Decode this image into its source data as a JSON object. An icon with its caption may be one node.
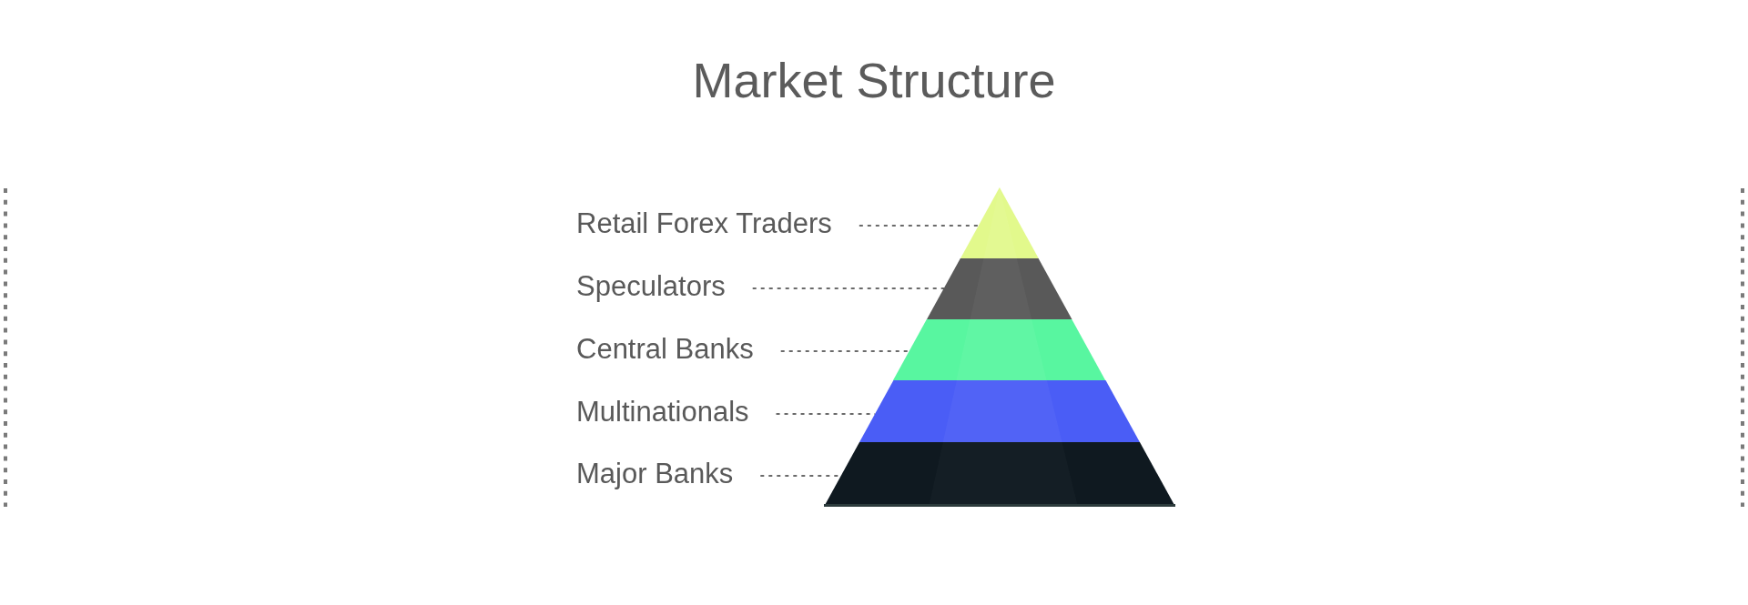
{
  "diagram": {
    "title": "Market Structure",
    "nodes": [
      {
        "text": [
          "Retail Forex Traders"
        ]
      },
      {
        "text": [],
        "shape": "triangle"
      },
      {
        "text": [
          "Speculators"
        ]
      },
      {
        "text": [],
        "shape": "trapezoid"
      },
      {
        "text": [
          "Central Banks"
        ]
      },
      {
        "text": [],
        "shape": "trapezoid"
      },
      {
        "text": [
          "Multinationals"
        ]
      },
      {
        "text": [],
        "shape": "trapezoid"
      },
      {
        "text": [
          "Major Banks"
        ]
      },
      {
        "text": [],
        "shape": "trapezoid"
      }
    ],
    "edges": [
      {
        "from": 0,
        "to": 1,
        "arrow": "none",
        "style": "dashed"
      },
      {
        "from": 2,
        "to": 3,
        "arrow": "none",
        "style": "dashed"
      },
      {
        "from": 4,
        "to": 5,
        "arrow": "none",
        "style": "dashed"
      },
      {
        "from": 6,
        "to": 7,
        "arrow": "none",
        "style": "dashed"
      },
      {
        "from": 8,
        "to": 9,
        "arrow": "none",
        "style": "dashed"
      }
    ]
  }
}
